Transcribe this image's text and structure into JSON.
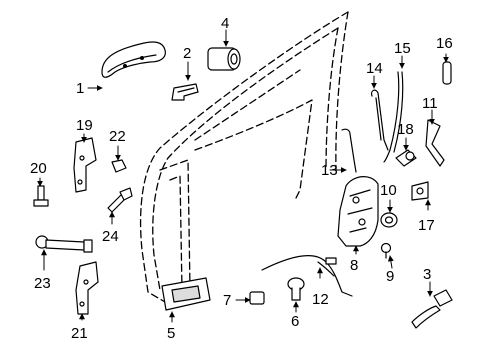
{
  "callouts": {
    "c1": "1",
    "c2": "2",
    "c3": "3",
    "c4": "4",
    "c5": "5",
    "c6": "6",
    "c7": "7",
    "c8": "8",
    "c9": "9",
    "c10": "10",
    "c11": "11",
    "c12": "12",
    "c13": "13",
    "c14": "14",
    "c15": "15",
    "c16": "16",
    "c17": "17",
    "c18": "18",
    "c19": "19",
    "c20": "20",
    "c21": "21",
    "c22": "22",
    "c23": "23",
    "c24": "24"
  },
  "colors": {
    "line": "#000000",
    "part_fill": "#ffffff",
    "shade": "#dddddd"
  }
}
